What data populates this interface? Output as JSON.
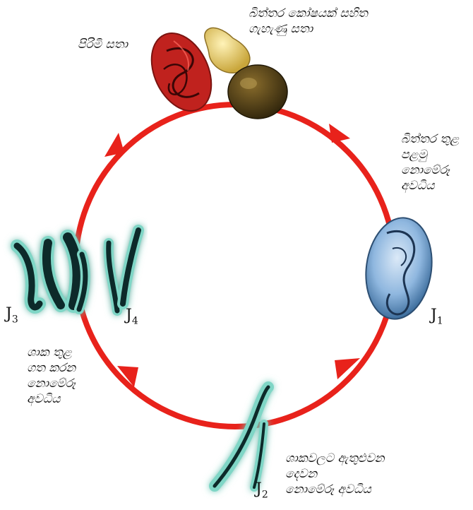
{
  "labels": {
    "male": "පිරිමි සතා",
    "female_line1": "බිත්තර කෝෂයක් සහිත",
    "female_line2": "ගැහැණු සතා",
    "egg_line1": "බිත්තර තුළ",
    "egg_line2": "පළමු",
    "egg_line3": "නොමේරූ",
    "egg_line4": "අවධිය",
    "infective_line1": "ශාකවලට ඇතුළුවන",
    "infective_line2": "දෙවන",
    "infective_line3": "නොමේරූ අවධිය",
    "inplant_line1": "ශාක තුළ",
    "inplant_line2": "ගත කරන",
    "inplant_line3": "නොමේරූ",
    "inplant_line4": "අවධිය"
  },
  "stages": {
    "j1": {
      "letter": "J",
      "sub": "1"
    },
    "j2": {
      "letter": "J",
      "sub": "2"
    },
    "j3": {
      "letter": "J",
      "sub": "3"
    },
    "j4": {
      "letter": "J",
      "sub": "4"
    }
  },
  "colors": {
    "cycle": "#e8221b",
    "male": "#c0221e",
    "female_head": "#e6cf6c",
    "female_body": "#4a3a16",
    "egg": "#8fb7df",
    "juvenile_glow": "#7fd6c6",
    "juvenile_body": "#0f2a2a"
  }
}
